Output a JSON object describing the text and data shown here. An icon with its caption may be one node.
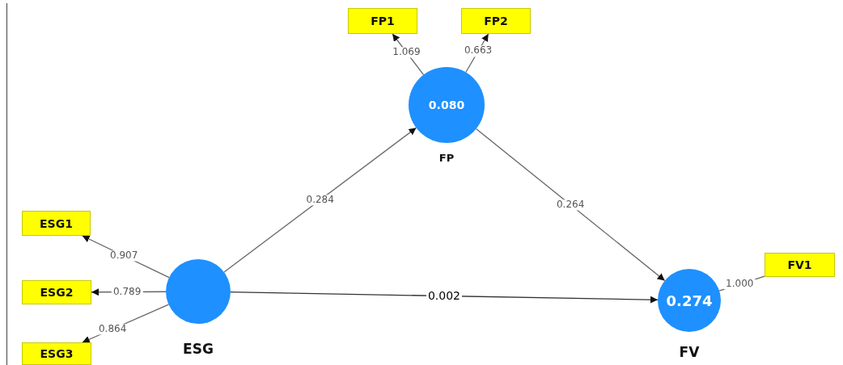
{
  "diagram": {
    "nodes": [
      {
        "text": [
          "FP1"
        ]
      },
      {
        "text": [
          "FP2"
        ]
      },
      {
        "text": [
          "0.080"
        ],
        "beside": [
          "FP"
        ]
      },
      {
        "text": [
          "ESG1"
        ]
      },
      {
        "text": [
          "FV1"
        ]
      },
      {
        "text": [
          "ESG2"
        ]
      },
      {
        "text": [],
        "shape": "circle",
        "beside": [
          "ESG"
        ]
      },
      {
        "text": [
          "ESG3"
        ]
      },
      {
        "text": [
          "0.274"
        ],
        "beside": [
          "FV"
        ]
      }
    ],
    "edges": [
      {
        "from": 2,
        "to": 0,
        "arrow": "to",
        "label": "1.069"
      },
      {
        "from": 2,
        "to": 1,
        "arrow": "to",
        "label": "0.663"
      },
      {
        "from": 6,
        "to": 2,
        "arrow": "to",
        "label": "0.284"
      },
      {
        "from": 2,
        "to": 8,
        "arrow": "to",
        "label": "0.264"
      },
      {
        "from": 6,
        "to": 3,
        "arrow": "to",
        "label": "0.907"
      },
      {
        "from": 6,
        "to": 5,
        "arrow": "to",
        "label": "0.789"
      },
      {
        "from": 6,
        "to": 7,
        "arrow": "to",
        "label": "0.864"
      },
      {
        "from": 6,
        "to": 8,
        "arrow": "to",
        "label": "0.002"
      },
      {
        "from": 8,
        "to": 4,
        "arrow": "none",
        "label": "1.000"
      }
    ]
  }
}
